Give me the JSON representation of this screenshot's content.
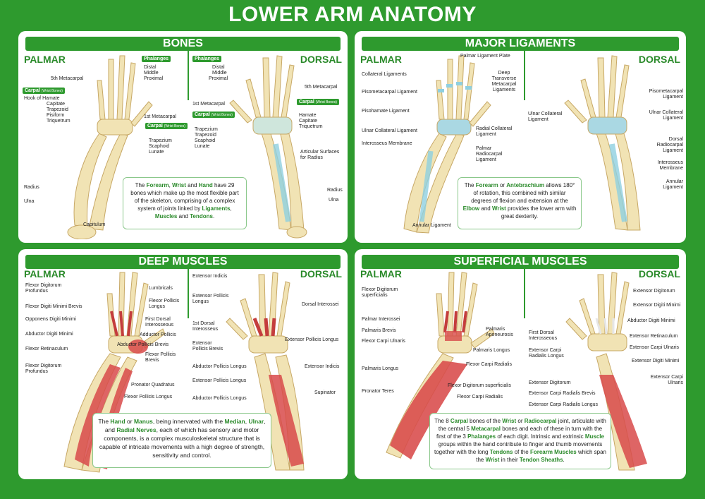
{
  "title": "LOWER ARM ANATOMY",
  "colors": {
    "green": "#2e9a2e",
    "bone": "#f1e3b4",
    "ligament": "#9fd4e0",
    "muscle": "#d84a4a"
  },
  "bones": {
    "heading": "BONES",
    "palmar": "PALMAR",
    "dorsal": "DORSAL",
    "phalanges_tag": "Phalanges",
    "phalanges": [
      "Distal",
      "Middle",
      "Proximal"
    ],
    "carpal_tag": "Carpal",
    "carpal_sub": "(Wrist Bones)",
    "palmar_left_labels": [
      "5th Metacarpal",
      "Hook of Hamate",
      "Capitate",
      "Trapezoid",
      "Pisiform",
      "Triquetrum"
    ],
    "first_metacarpal": "1st Metacarpal",
    "palmar_right_carpal": [
      "Trapezium",
      "Scaphoid",
      "Lunate"
    ],
    "radius": "Radius",
    "ulna": "Ulna",
    "capitulum": "Capitulum",
    "dorsal_phalanges": [
      "Distal",
      "Middle",
      "Proximal"
    ],
    "dorsal_first_metacarpal": "1st Metacarpal",
    "dorsal_carpal_left": [
      "Trapezium",
      "Trapezoid",
      "Scaphoid",
      "Lunate"
    ],
    "dorsal_fifth": "5th Metacarpal",
    "dorsal_carpal_right": [
      "Hamate",
      "Capitate",
      "Triquetrum"
    ],
    "articular": "Articular Surfaces for Radius",
    "dorsal_radius": "Radius",
    "dorsal_ulna": "Ulna",
    "info": {
      "t1": "The ",
      "forearm": "Forearm",
      "c1": ", ",
      "wrist": "Wrist",
      "and": " and ",
      "hand": "Hand",
      "t2": " have 29 bones which make up the most flexible part of the skeleton, comprising of a complex system of joints linked by ",
      "ligaments": "Ligaments",
      "c2": ", ",
      "muscles": "Muscles",
      "and2": " and ",
      "tendons": "Tendons",
      "end": "."
    }
  },
  "ligaments": {
    "heading": "MAJOR LIGAMENTS",
    "palmar": "PALMAR",
    "dorsal": "DORSAL",
    "left": [
      "Collateral Ligaments",
      "Pisometacarpal Ligament",
      "Pisohamate Ligament",
      "Ulnar Collateral Ligament",
      "Interosseus Membrane"
    ],
    "plate": "Palmar Ligament Plate",
    "deep": "Deep Transverse Metacarpal Ligaments",
    "radial": "Radial Collateral Ligament",
    "palmar_radiocarpal": "Palmar Radiocarpal Ligament",
    "annular": "Annular Ligament",
    "dorsal_ulnar": "Ulnar Collateral Ligament",
    "dorsal_right": [
      "Pisometacarpal Ligament",
      "Ulnar Collateral Ligament",
      "Dorsal Radiocarpal Ligament",
      "Interosseus Membrane",
      "Annular Ligament"
    ],
    "info": {
      "t1": "The ",
      "forearm": "Forearm",
      "or": " or ",
      "ante": "Antebrachium",
      "t2": " allows 180° of rotation, this combined with similar degrees of flexion and extension at the ",
      "elbow": "Elbow",
      "and": " and ",
      "wrist": "Wrist",
      "t3": " provides the lower arm with great dexterity."
    }
  },
  "deep": {
    "heading": "DEEP MUSCLES",
    "palmar": "PALMAR",
    "dorsal": "DORSAL",
    "left": [
      "Flexor Digitorum Profundus",
      "Flexor Digiti Minimi Brevis",
      "Opponens Digiti Minimi",
      "Abductor Digiti Minimi",
      "Flexor Retinaculum",
      "Flexor Digitorum Profundus"
    ],
    "mid": [
      "Lumbricals",
      "Flexor Pollicis Longus",
      "First Dorsal Interosseous",
      "Adductor Pollicis",
      "Abductor Pollicis Brevis",
      "Flexor Pollicis Brevis",
      "Pronator Quadratus",
      "Flexor Pollicis Longus"
    ],
    "dorsal_left": [
      "Extensor Indicis",
      "Extensor Pollicis Longus",
      "1st Dorsal Interosseus",
      "Extensor Pollicis Brevis",
      "Abductor Pollicis Longus",
      "Extensor Pollicis Longus",
      "Abductor Pollicis Longus"
    ],
    "dorsal_right": [
      "Dorsal Interossei",
      "Extensor Pollicis Longus",
      "Extensor Indicis",
      "Supinator"
    ],
    "info": {
      "t1": "The ",
      "hand": "Hand",
      "or": " or ",
      "manus": "Manus",
      "t2": ", being innervated with the ",
      "median": "Median",
      "c1": ", ",
      "ulnar": "Ulnar",
      "and": ", and ",
      "radial": "Radial Nerves",
      "t3": ", each of which has sensory and motor components, is a complex musculoskeletal structure that is capable of intricate movements with a high degree of strength, sensitivity and control."
    }
  },
  "superficial": {
    "heading": "SUPERFICIAL MUSCLES",
    "palmar": "PALMAR",
    "dorsal": "DORSAL",
    "left": [
      "Flexor Digitorum superficialis",
      "Palmar Interossei",
      "Palmaris Brevis",
      "Flexor Carpi Ulnaris",
      "Palmaris Longus",
      "Pronator Teres"
    ],
    "mid": [
      "Palmaris Aponeurosis",
      "Palmaris Longus",
      "Flexor Carpi Radialis",
      "Flexor Digitorum superficialis",
      "Flexor Carpi Radialis"
    ],
    "dorsal_left": [
      "First Dorsal Interosseous",
      "Extensor Carpi Radialis Longus",
      "Extensor Digitorum",
      "Extensor Carpi Radialis Brevis",
      "Extensor Carpi Radialis Longus"
    ],
    "dorsal_right": [
      "Extensor Digitorum",
      "Extensor Digiti Minimi",
      "Abductor Digiti Minimi",
      "Extensor Retinaculum",
      "Extensor Carpi Ulnaris",
      "Extensor Digiti Minimi",
      "Extensor Carpi Ulnaris"
    ],
    "info": {
      "t1": "The 8 ",
      "carpal": "Carpal",
      "t2": " bones of the ",
      "wrist": "Wrist",
      "or": " or ",
      "radio": "Radiocarpal",
      "t3": " joint, articulate with the central 5 ",
      "meta": "Metacarpal",
      "t4": " bones and each of these in turn with the first of the 3 ",
      "phal": "Phalanges",
      "t5": " of each digit. Intrinsic and extrinsic ",
      "muscle": "Muscle",
      "t6": " groups within the hand contribute to finger and thumb movements together with the long ",
      "tendons": "Tendons",
      "t7": " of the ",
      "fm": "Forearm Muscles",
      "t8": " which span the ",
      "wrist2": "Wrist",
      "t9": " in their ",
      "ts": "Tendon Sheaths",
      "end": "."
    }
  }
}
